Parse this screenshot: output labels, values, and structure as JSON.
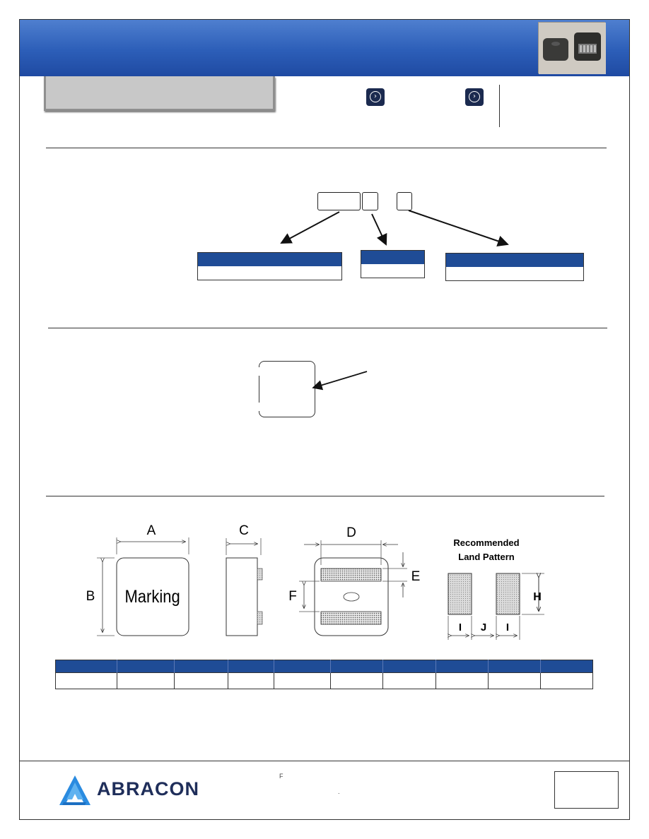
{
  "brand": {
    "name": "ABRACON",
    "logo_color": "#1f2e5a",
    "logo_accent": "#2a8be0"
  },
  "colors": {
    "header_band": "#2c5eb8",
    "table_header": "#1f4c96",
    "nav_button": "#1b2a4f"
  },
  "nav": {
    "icon": "chevron-right-icon",
    "glyph": "›"
  },
  "marking_diagram": {
    "text": "Marking"
  },
  "dimension_labels": {
    "a": "A",
    "b": "B",
    "c": "C",
    "d": "D",
    "e": "E",
    "f": "F"
  },
  "land_pattern": {
    "title_line1": "Recommended",
    "title_line2": "Land Pattern",
    "h": "H",
    "i_left": "I",
    "j": "J",
    "i_right": "I"
  },
  "footer": {
    "mark1": "F",
    "mark2": "."
  }
}
